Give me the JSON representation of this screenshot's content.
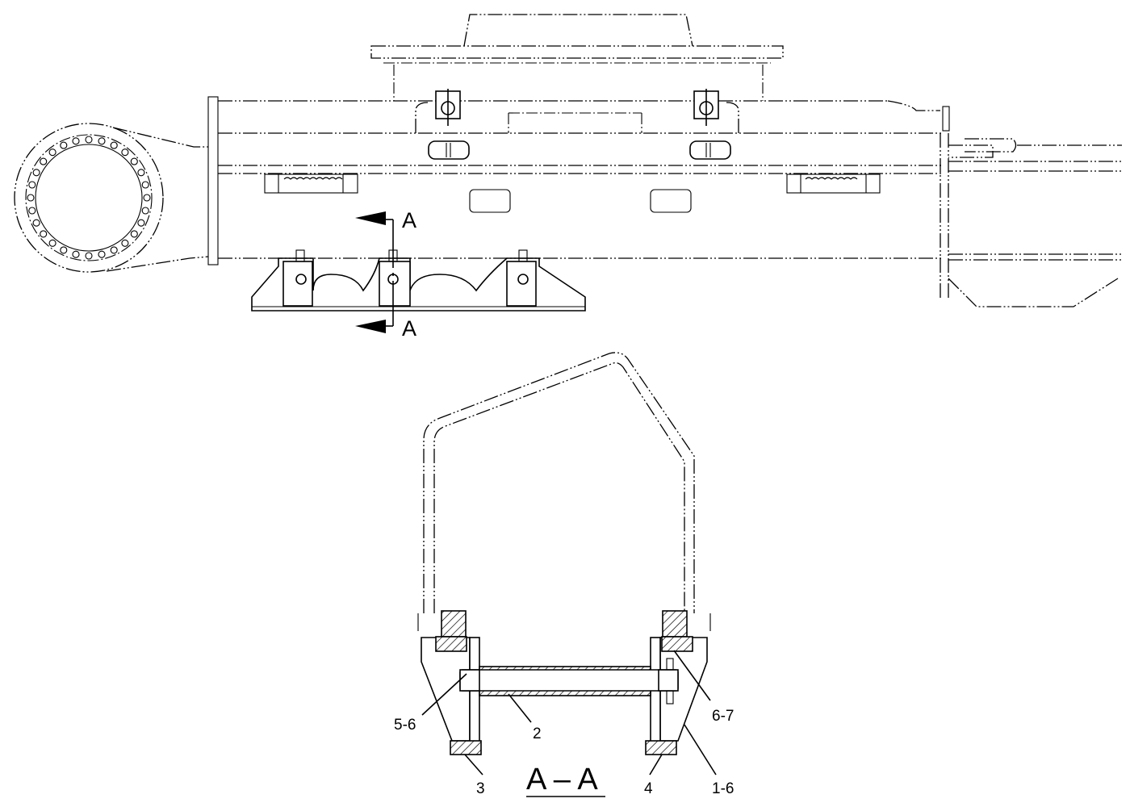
{
  "section_marker": {
    "top_letter": "A",
    "bottom_letter": "A"
  },
  "section_view": {
    "title": "A – A"
  },
  "callouts": [
    {
      "id": "c1",
      "label": "5-6"
    },
    {
      "id": "c2",
      "label": "2"
    },
    {
      "id": "c3",
      "label": "6-7"
    },
    {
      "id": "c4",
      "label": "3"
    },
    {
      "id": "c5",
      "label": "4"
    },
    {
      "id": "c6",
      "label": "1-6"
    }
  ],
  "colors": {
    "ink": "#000000",
    "paper": "#ffffff"
  }
}
